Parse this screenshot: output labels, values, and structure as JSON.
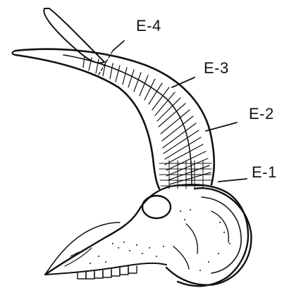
{
  "labels": {
    "e4": "E-4",
    "e3": "E-3",
    "e2": "E-2",
    "e1": "E-1"
  },
  "colors": {
    "ink": "#111111",
    "paper": "#ffffff"
  }
}
